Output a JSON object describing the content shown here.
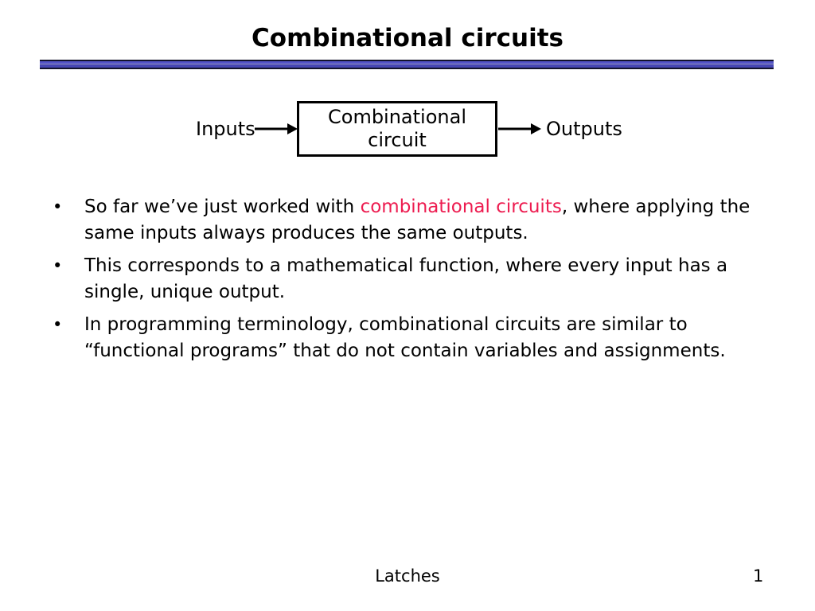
{
  "slide": {
    "title": "Combinational circuits",
    "diagram": {
      "inputs_label": "Inputs",
      "outputs_label": "Outputs",
      "box_line1": "Combinational",
      "box_line2": "circuit"
    },
    "bullet_char": "•",
    "bullets": [
      {
        "pre": "So far we’ve just worked with ",
        "highlight": "combinational circuits",
        "post": ", where applying the same inputs always produces the same outputs."
      },
      {
        "pre": "This corresponds to a mathematical function, where every input has a single, unique output.",
        "highlight": "",
        "post": ""
      },
      {
        "pre": "In programming terminology, combinational circuits are similar to “functional programs” that do not contain variables and assignments.",
        "highlight": "",
        "post": ""
      }
    ],
    "footer": {
      "center_text": "Latches",
      "page_number": "1"
    },
    "colors": {
      "text": "#000000",
      "highlight_red": "#ed1c50",
      "divider_blue": "#5454c8",
      "divider_edge": "#14142c"
    }
  }
}
